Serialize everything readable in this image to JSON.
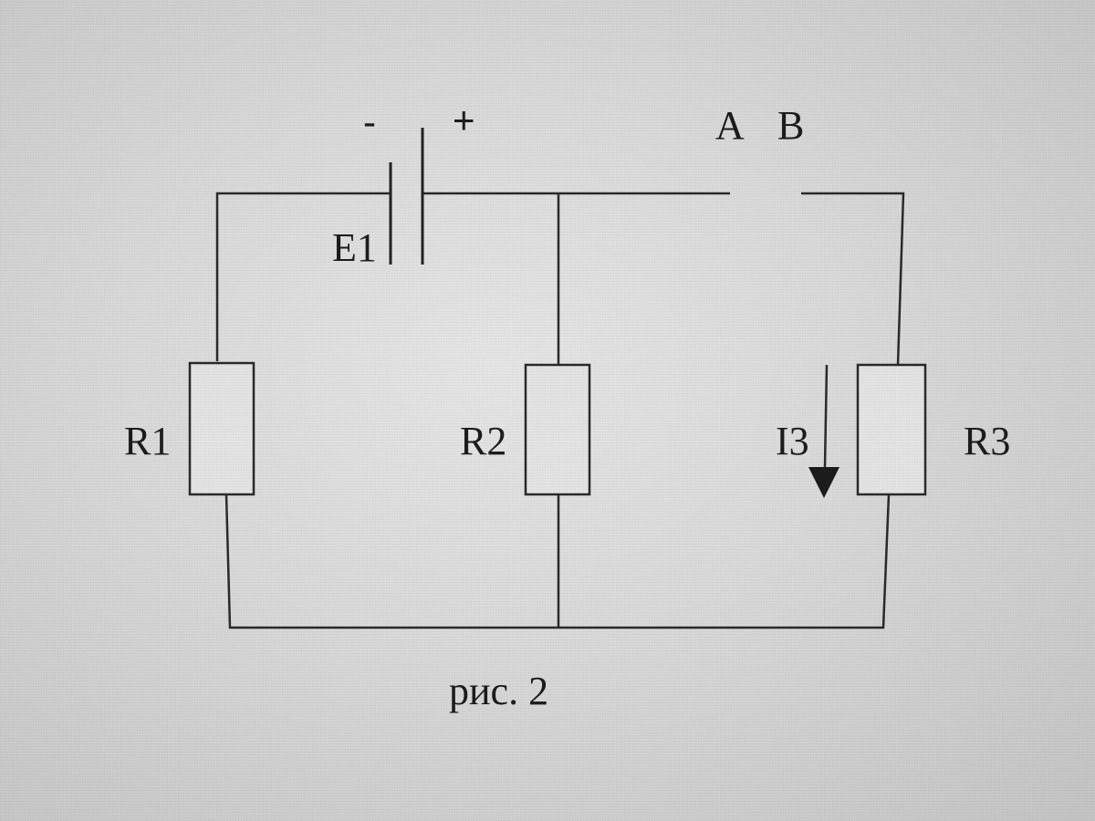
{
  "diagram": {
    "labels": {
      "minus": "-",
      "plus": "+",
      "source": "E1",
      "node_a": "A",
      "node_b": "B",
      "r1": "R1",
      "r2": "R2",
      "r3": "R3",
      "current": "I3"
    },
    "caption": "рис. 2",
    "colors": {
      "line": "#2a2a2a",
      "resistor_fill": "#e4e4e4",
      "background": "#d9d9d9"
    }
  }
}
